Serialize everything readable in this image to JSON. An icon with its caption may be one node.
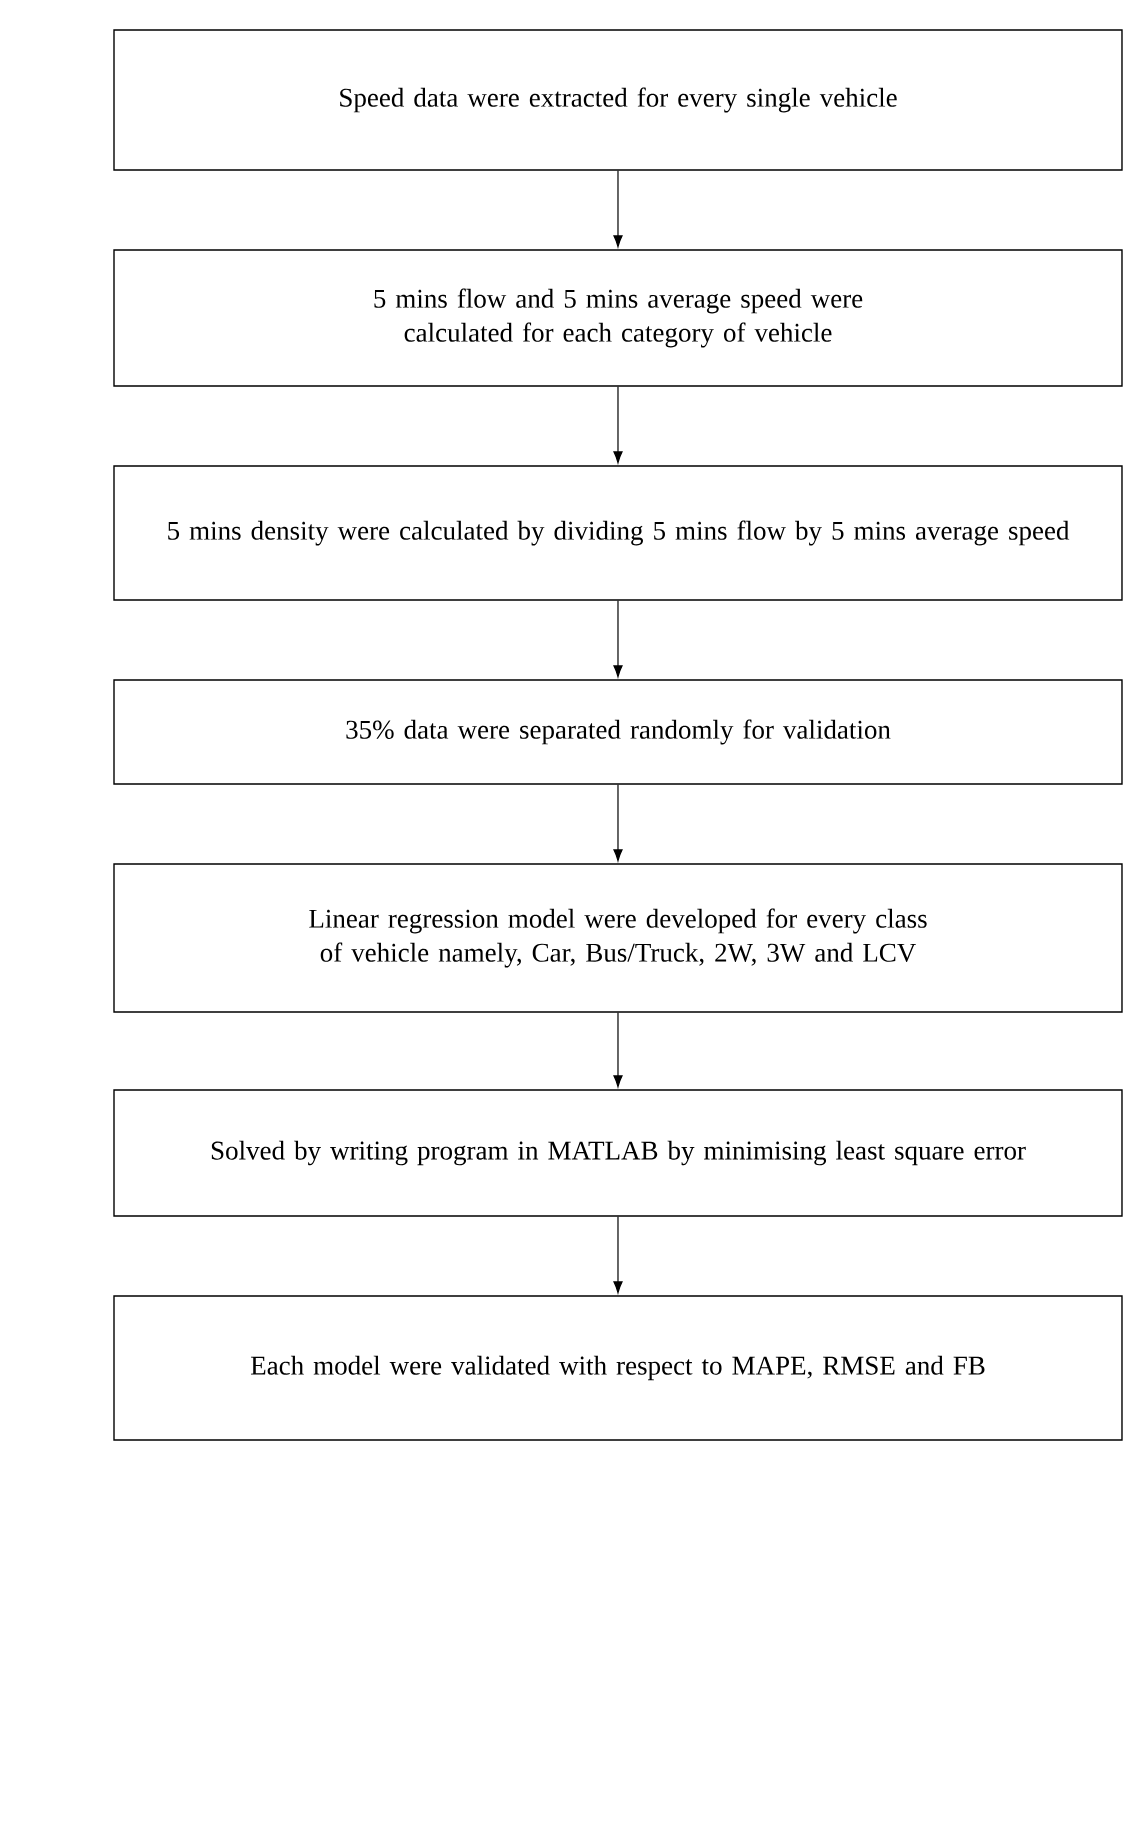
{
  "diagram": {
    "nodes": [
      {
        "text": [
          "Speed data were extracted for every single vehicle"
        ]
      },
      {
        "text": [
          "5 mins flow and 5 mins average speed were calculated for each category of vehicle"
        ]
      },
      {
        "text": [
          "5 mins density were calculated by dividing 5 mins flow by 5 mins average speed"
        ]
      },
      {
        "text": [
          "35% data were separated randomly for validation"
        ]
      },
      {
        "text": [
          "Linear regression model were developed for every class of vehicle namely, Car, Bus/Truck, 2W, 3W and LCV"
        ]
      },
      {
        "text": [
          "Solved by writing program in MATLAB by minimising least square error"
        ]
      },
      {
        "text": [
          "Each model were validated with respect to MAPE, RMSE and FB"
        ]
      }
    ],
    "edges": [
      {
        "from": 0,
        "to": 1,
        "arrow": "to"
      },
      {
        "from": 1,
        "to": 2,
        "arrow": "to"
      },
      {
        "from": 2,
        "to": 3,
        "arrow": "to"
      },
      {
        "from": 3,
        "to": 4,
        "arrow": "to"
      },
      {
        "from": 4,
        "to": 5,
        "arrow": "to"
      },
      {
        "from": 5,
        "to": 6,
        "arrow": "to"
      }
    ]
  }
}
